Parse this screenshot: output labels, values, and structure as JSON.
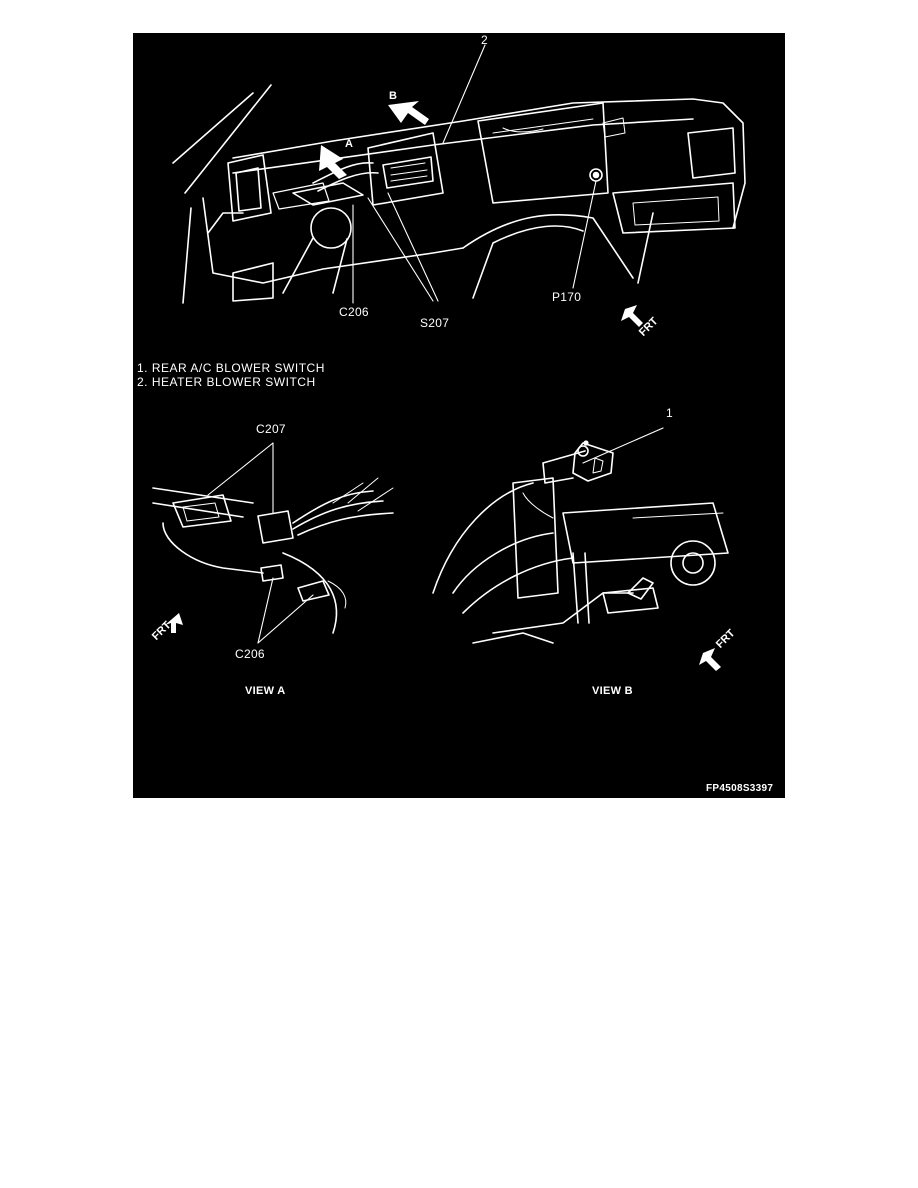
{
  "figure": {
    "callouts": {
      "main_2": "2",
      "arrow_b": "B",
      "arrow_a": "A",
      "c206": "C206",
      "s207": "S207",
      "p170": "P170",
      "frt_main": "FRT",
      "c207_view_a": "C207",
      "c206_view_a": "C206",
      "frt_view_a": "FRT",
      "view_b_1": "1",
      "frt_view_b": "FRT"
    },
    "legend": [
      "1.  REAR A/C BLOWER SWITCH",
      "2.  HEATER BLOWER SWITCH"
    ],
    "view_a_title": "VIEW  A",
    "view_b_title": "VIEW  B",
    "figure_id": "FP4508S3397",
    "colors": {
      "background": "#000000",
      "ink": "#ffffff",
      "page": "#ffffff"
    }
  }
}
